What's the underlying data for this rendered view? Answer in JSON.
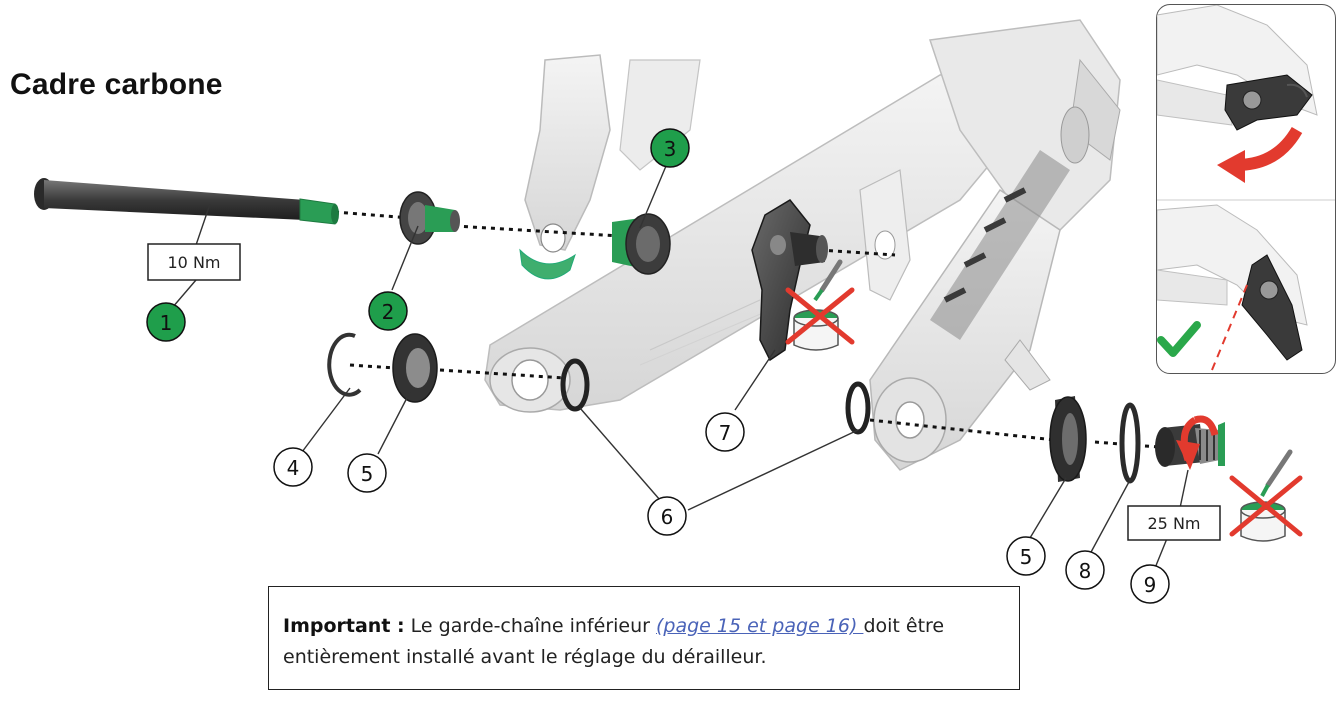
{
  "title": "Cadre carbone",
  "torques": {
    "axle": "10 Nm",
    "bolt": "25 Nm"
  },
  "callouts": {
    "c1": "1",
    "c2": "2",
    "c3": "3",
    "c4": "4",
    "c5a": "5",
    "c5b": "5",
    "c6": "6",
    "c7": "7",
    "c8": "8",
    "c9": "9"
  },
  "note": {
    "label": "Important :",
    "text_before": " Le garde-chaîne inférieur ",
    "link": "(page 15 et page 16) ",
    "text_after": "doit être entièrement installé avant le réglage du dérailleur."
  },
  "colors": {
    "callout_green": "#1f9e4b",
    "arrow_red": "#e23a2e",
    "check_green": "#2aa84a",
    "link_blue": "#4a63b8"
  }
}
